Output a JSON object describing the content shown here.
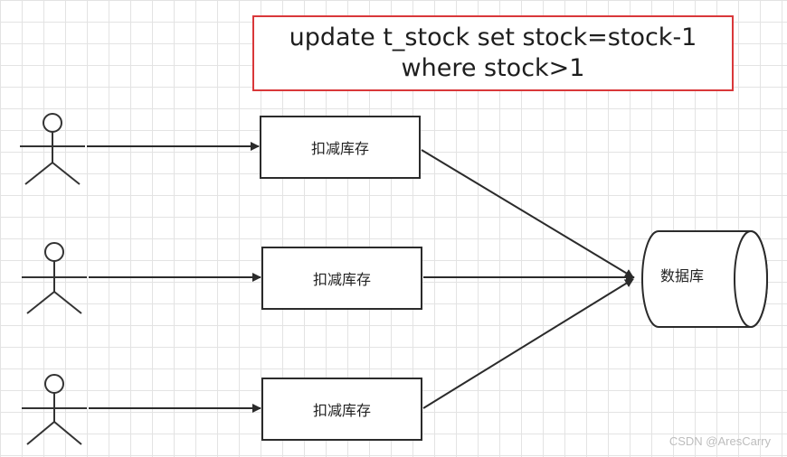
{
  "sql": {
    "line1": "update t_stock set stock=stock-1",
    "line2": "where stock>1"
  },
  "processes": [
    {
      "label": "扣减库存"
    },
    {
      "label": "扣减库存"
    },
    {
      "label": "扣减库存"
    }
  ],
  "database": {
    "label": "数据库"
  },
  "watermark": "CSDN @AresCarry",
  "colors": {
    "highlight_border": "#d9383a",
    "line": "#2b2b2b",
    "grid": "#e3e3e3"
  }
}
